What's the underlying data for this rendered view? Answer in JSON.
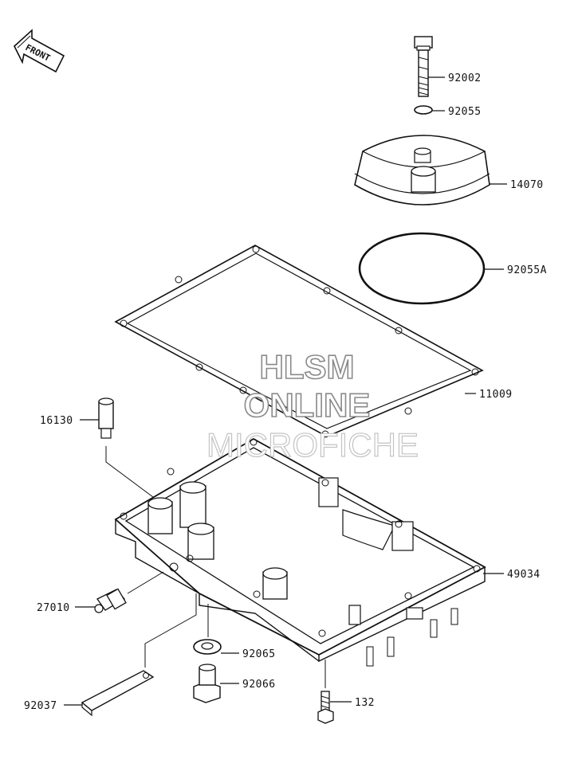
{
  "front_indicator": {
    "label": "FRONT",
    "icon": "front-arrow-icon"
  },
  "watermark": {
    "line1": "HLSM",
    "line2": "ONLINE",
    "line3": "MICROFICHE"
  },
  "parts": {
    "bolt": "92002",
    "o_ring_small": "92055",
    "filter_cover": "14070",
    "o_ring_large": "92055A",
    "gasket": "11009",
    "fitting": "16130",
    "oil_pan": "49034",
    "switch": "27010",
    "washer": "92065",
    "drain_plug": "92066",
    "bracket": "92037",
    "pan_bolt": "132"
  }
}
